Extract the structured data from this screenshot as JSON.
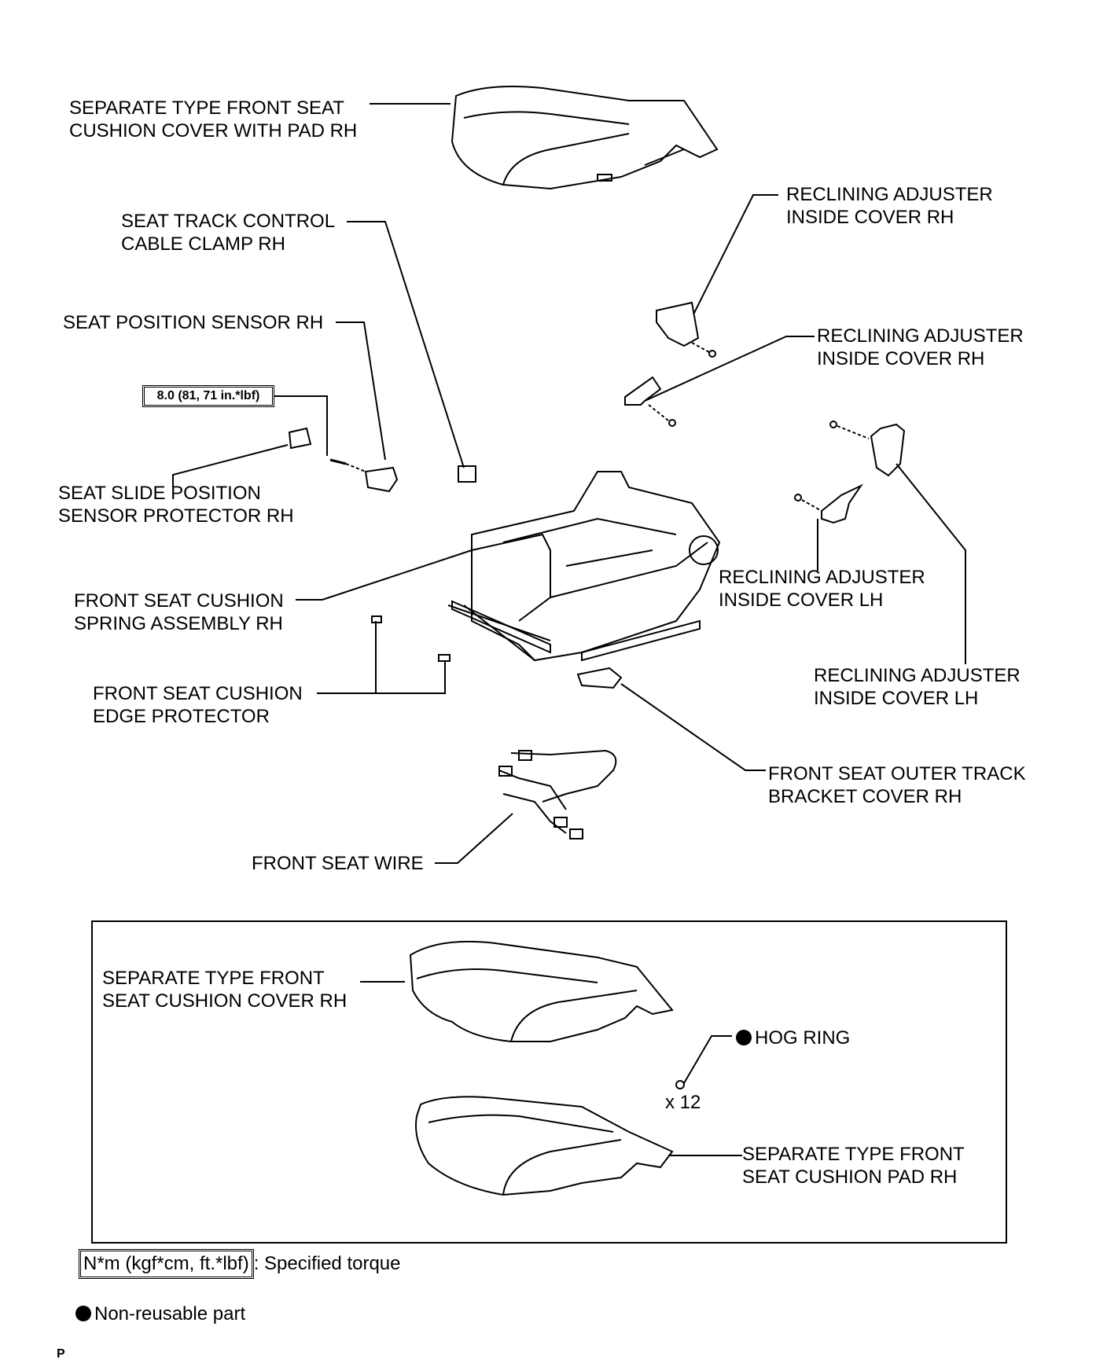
{
  "labels": {
    "seat_cover_with_pad": [
      "SEPARATE TYPE FRONT SEAT",
      "CUSHION COVER WITH PAD RH"
    ],
    "cable_clamp": [
      "SEAT TRACK CONTROL",
      "CABLE CLAMP RH"
    ],
    "position_sensor": [
      "SEAT POSITION SENSOR RH"
    ],
    "slide_protector": [
      "SEAT SLIDE POSITION",
      "SENSOR PROTECTOR RH"
    ],
    "spring_assembly": [
      "FRONT SEAT CUSHION",
      "SPRING ASSEMBLY RH"
    ],
    "edge_protector": [
      "FRONT SEAT CUSHION",
      "EDGE PROTECTOR"
    ],
    "seat_wire": [
      "FRONT SEAT WIRE"
    ],
    "recl_rh_1": [
      "RECLINING ADJUSTER",
      "INSIDE COVER RH"
    ],
    "recl_rh_2": [
      "RECLINING ADJUSTER",
      "INSIDE COVER RH"
    ],
    "recl_lh_1": [
      "RECLINING ADJUSTER",
      "INSIDE COVER LH"
    ],
    "recl_lh_2": [
      "RECLINING ADJUSTER",
      "INSIDE COVER LH"
    ],
    "outer_track_cover": [
      "FRONT SEAT OUTER TRACK",
      "BRACKET COVER RH"
    ],
    "cushion_cover": [
      "SEPARATE TYPE FRONT",
      "SEAT CUSHION COVER RH"
    ],
    "cushion_pad": [
      "SEPARATE TYPE FRONT",
      "SEAT CUSHION PAD RH"
    ],
    "hog_ring": "HOG RING",
    "hog_ring_qty": "x 12"
  },
  "torque_spec": "8.0 (81, 71 in.*lbf)",
  "legend": {
    "torque_units": "N*m (kgf*cm, ft.*lbf)",
    "torque_text": ": Specified torque",
    "nonreusable_text": "Non-reusable part"
  },
  "page_mark": "P"
}
